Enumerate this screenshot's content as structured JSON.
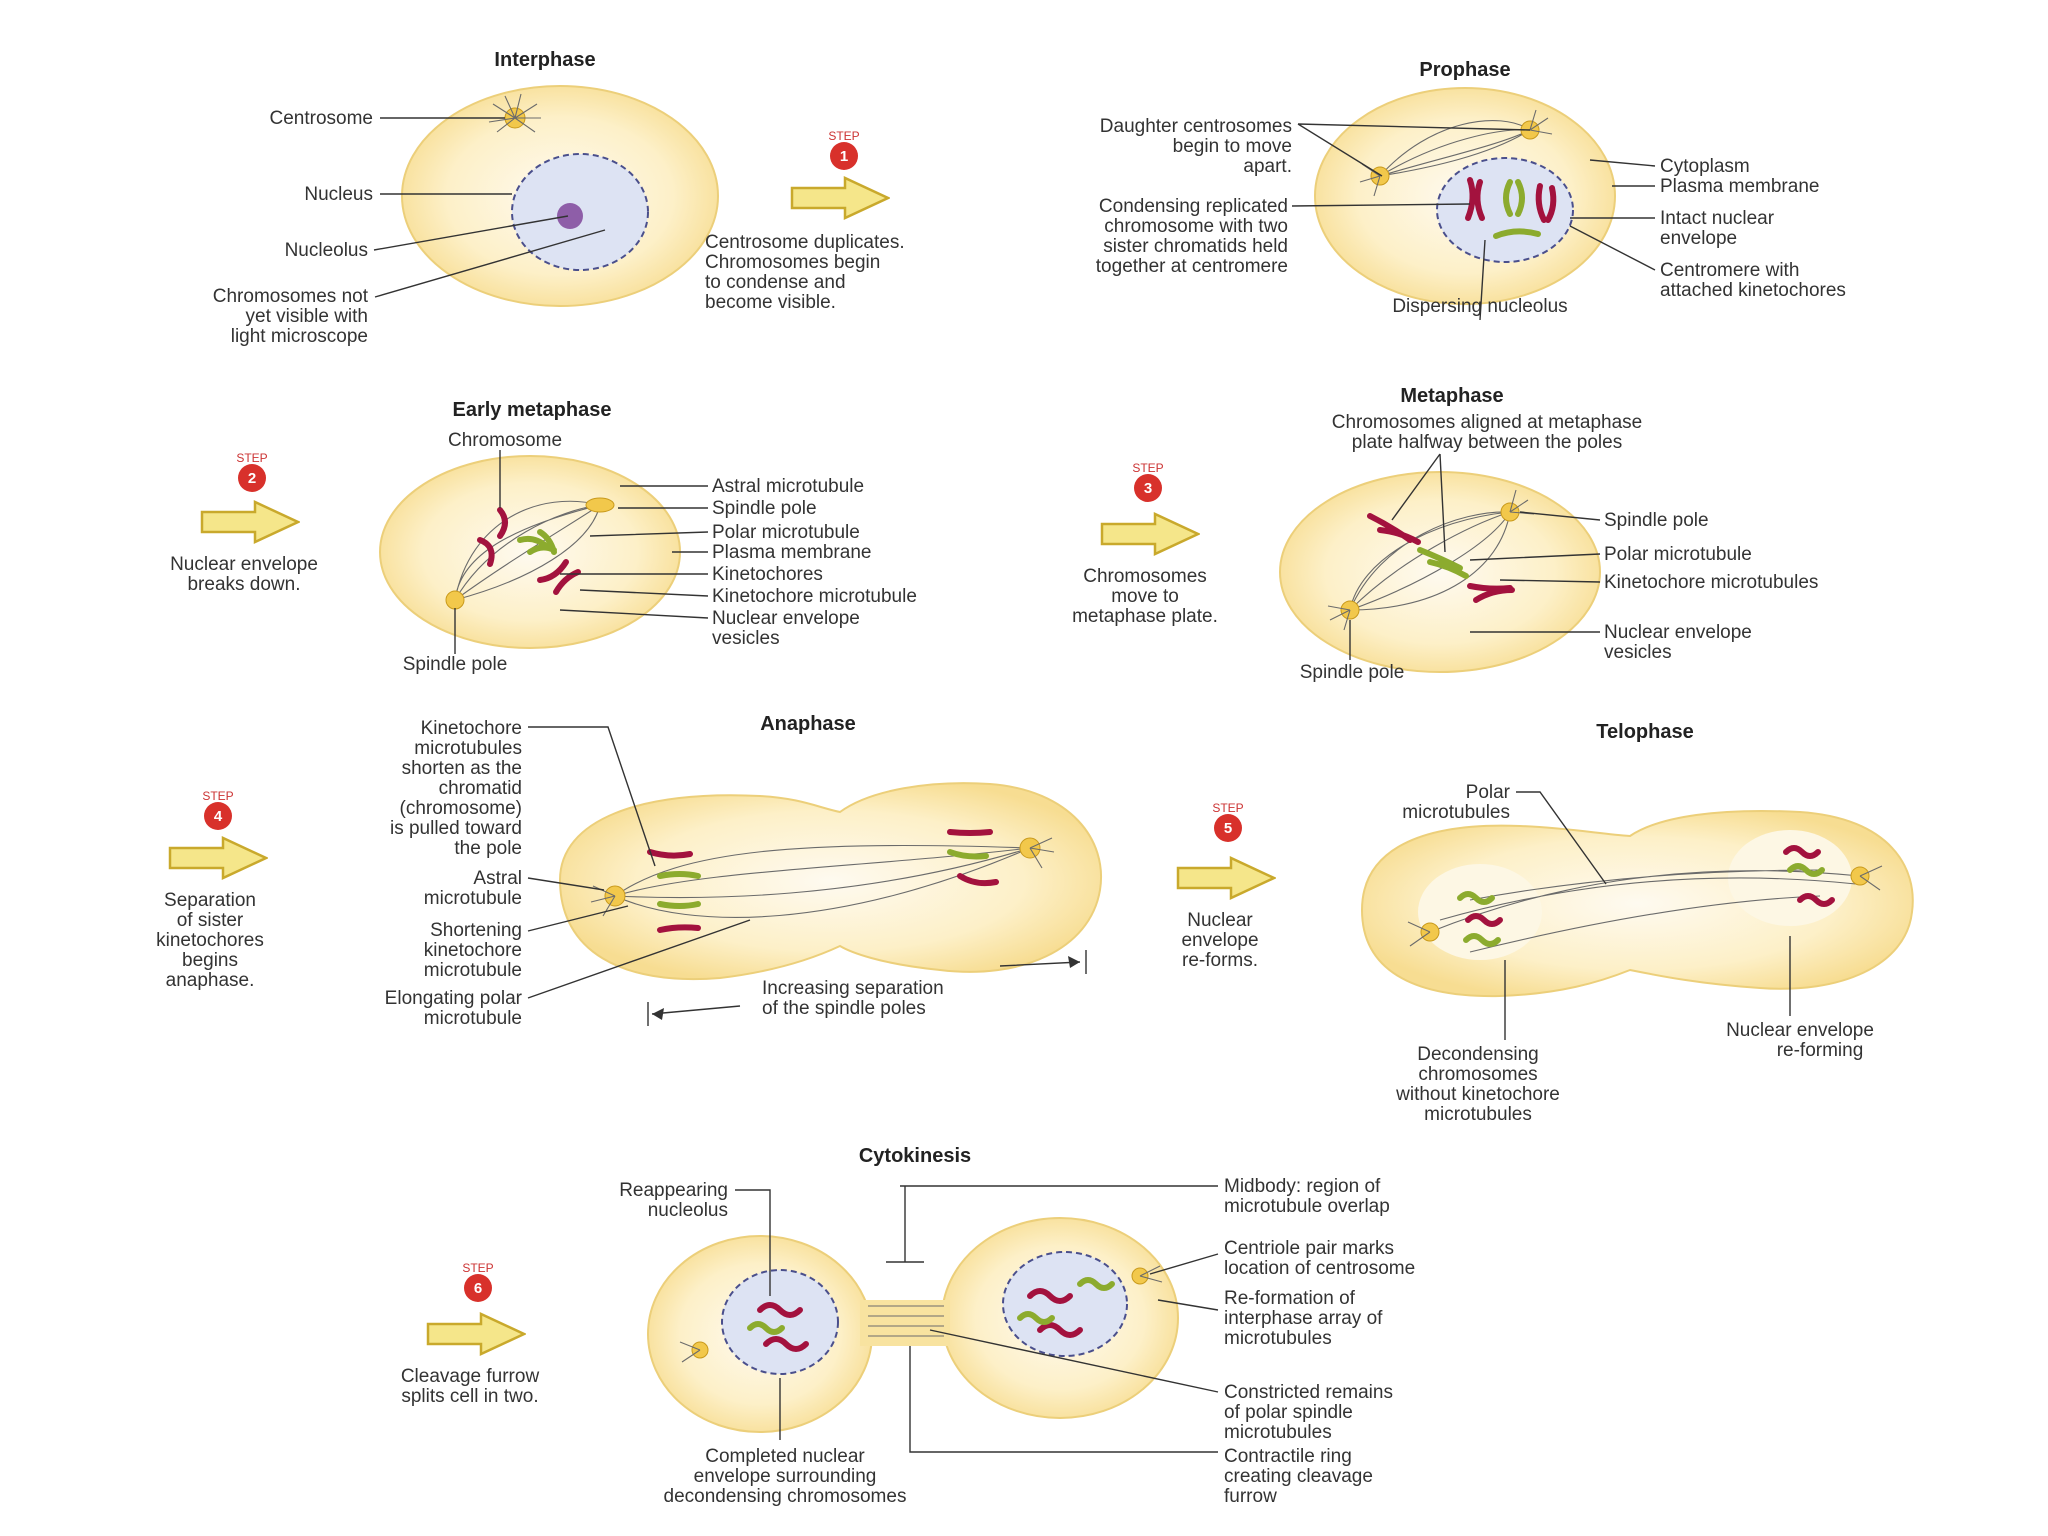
{
  "interphase": {
    "title": "Interphase",
    "labels": [
      "Centrosome",
      "Nucleus",
      "Nucleolus",
      "Chromosomes not",
      "yet visible with",
      "light microscope"
    ]
  },
  "step1": {
    "num": "1",
    "tag": "STEP",
    "text": [
      "Centrosome duplicates.",
      "Chromosomes begin",
      "to condense and",
      "become visible."
    ]
  },
  "prophase": {
    "title": "Prophase",
    "left_labels": [
      "Daughter centrosomes",
      "begin to move",
      "apart.",
      "Condensing replicated",
      "chromosome with two",
      "sister chromatids held",
      "together at centromere"
    ],
    "right_labels": [
      "Cytoplasm",
      "Plasma membrane",
      "Intact nuclear",
      "envelope",
      "Centromere with",
      "attached kinetochores"
    ],
    "bottom_label": "Dispersing nucleolus"
  },
  "step2": {
    "num": "2",
    "tag": "STEP",
    "text": [
      "Nuclear envelope",
      "breaks down."
    ]
  },
  "early_metaphase": {
    "title": "Early metaphase",
    "top_label": "Chromosome",
    "right_labels": [
      "Astral microtubule",
      "Spindle pole",
      "Polar microtubule",
      "Plasma membrane",
      "Kinetochores",
      "Kinetochore microtubule",
      "Nuclear envelope",
      "vesicles"
    ],
    "bottom_label": "Spindle pole"
  },
  "step3": {
    "num": "3",
    "tag": "STEP",
    "text": [
      "Chromosomes",
      "move to",
      "metaphase plate."
    ]
  },
  "metaphase": {
    "title": "Metaphase",
    "top_labels": [
      "Chromosomes aligned at metaphase",
      "plate halfway between the poles"
    ],
    "right_labels": [
      "Spindle pole",
      "Polar microtubule",
      "Kinetochore microtubules",
      "Nuclear envelope",
      "vesicles"
    ],
    "bottom_label": "Spindle pole"
  },
  "step4": {
    "num": "4",
    "tag": "STEP",
    "text": [
      "Separation",
      "of sister",
      "kinetochores",
      "begins",
      "anaphase."
    ]
  },
  "anaphase": {
    "title": "Anaphase",
    "left_labels": [
      "Kinetochore",
      "microtubules",
      "shorten as the",
      "chromatid",
      "(chromosome)",
      "is pulled toward",
      "the pole",
      "Astral",
      "microtubule",
      "Shortening",
      "kinetochore",
      "microtubule",
      "Elongating polar",
      "microtubule"
    ],
    "bottom_labels": [
      "Increasing separation",
      "of the spindle poles"
    ]
  },
  "step5": {
    "num": "5",
    "tag": "STEP",
    "text": [
      "Nuclear",
      "envelope",
      "re-forms."
    ]
  },
  "telophase": {
    "title": "Telophase",
    "top_labels": [
      "Polar",
      "microtubules"
    ],
    "bottom_labels": [
      "Decondensing",
      "chromosomes",
      "without kinetochore",
      "microtubules"
    ],
    "right_labels": [
      "Nuclear envelope",
      "re-forming"
    ]
  },
  "step6": {
    "num": "6",
    "tag": "STEP",
    "text": [
      "Cleavage furrow",
      "splits cell in two."
    ]
  },
  "cytokinesis": {
    "title": "Cytokinesis",
    "top_labels": [
      "Reappearing",
      "nucleolus"
    ],
    "right_labels": [
      "Midbody: region of",
      "microtubule overlap",
      "Centriole pair marks",
      "location of centrosome",
      "Re-formation of",
      "interphase array of",
      "microtubules",
      "Constricted remains",
      "of polar spindle",
      "microtubules",
      "Contractile ring",
      "creating cleavage",
      "furrow"
    ],
    "bottom_labels": [
      "Completed nuclear",
      "envelope surrounding",
      "decondensing chromosomes"
    ]
  },
  "colors": {
    "cytoplasm": "#fbe9b0",
    "chromosome_red": "#a3123e",
    "chromosome_green": "#8cab2e",
    "step_badge": "#d8312b",
    "arrow": "#f5e68a"
  }
}
